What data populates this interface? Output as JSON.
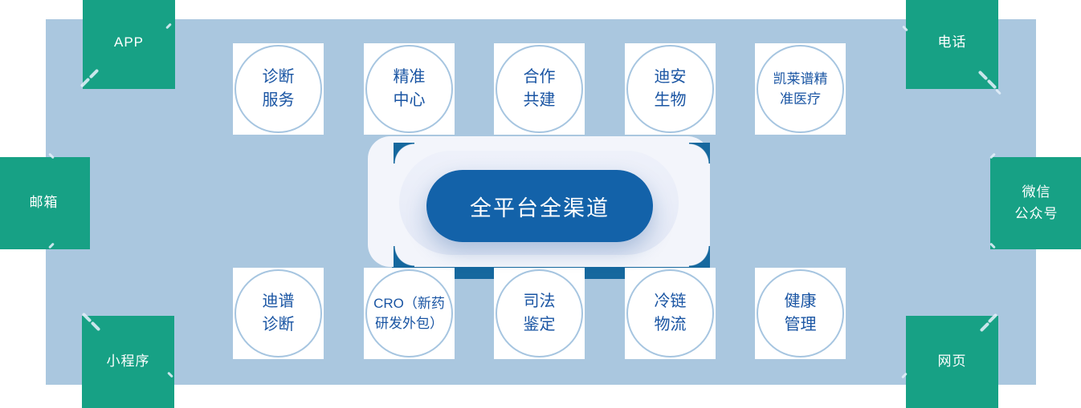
{
  "title": "全平台全渠道",
  "colors": {
    "page": "#ffffff",
    "bg-rect": "#aac7df",
    "green": "#17a185",
    "dark": "#16689e",
    "pill": "#1362a9",
    "panel": "#f3f5fb",
    "glow": "#e9edf8",
    "circle-border": "#a6c5e0",
    "circle-text": "#1a55a3"
  },
  "center": {
    "label": "全平台全渠道"
  },
  "channels": [
    {
      "id": "app",
      "label": "APP"
    },
    {
      "id": "phone",
      "label": "电话"
    },
    {
      "id": "email",
      "label": "邮箱"
    },
    {
      "id": "wechat",
      "label": "微信\n公众号"
    },
    {
      "id": "miniprogram",
      "label": "小程序"
    },
    {
      "id": "web",
      "label": "网页"
    }
  ],
  "services_top": [
    {
      "label": "诊断\n服务"
    },
    {
      "label": "精准\n中心"
    },
    {
      "label": "合作\n共建"
    },
    {
      "label": "迪安\n生物"
    },
    {
      "label": "凯莱谱精\n准医疗"
    }
  ],
  "services_bottom": [
    {
      "label": "迪谱\n诊断"
    },
    {
      "label": "CRO（新药\n研发外包）"
    },
    {
      "label": "司法\n鉴定"
    },
    {
      "label": "冷链\n物流"
    },
    {
      "label": "健康\n管理"
    }
  ]
}
